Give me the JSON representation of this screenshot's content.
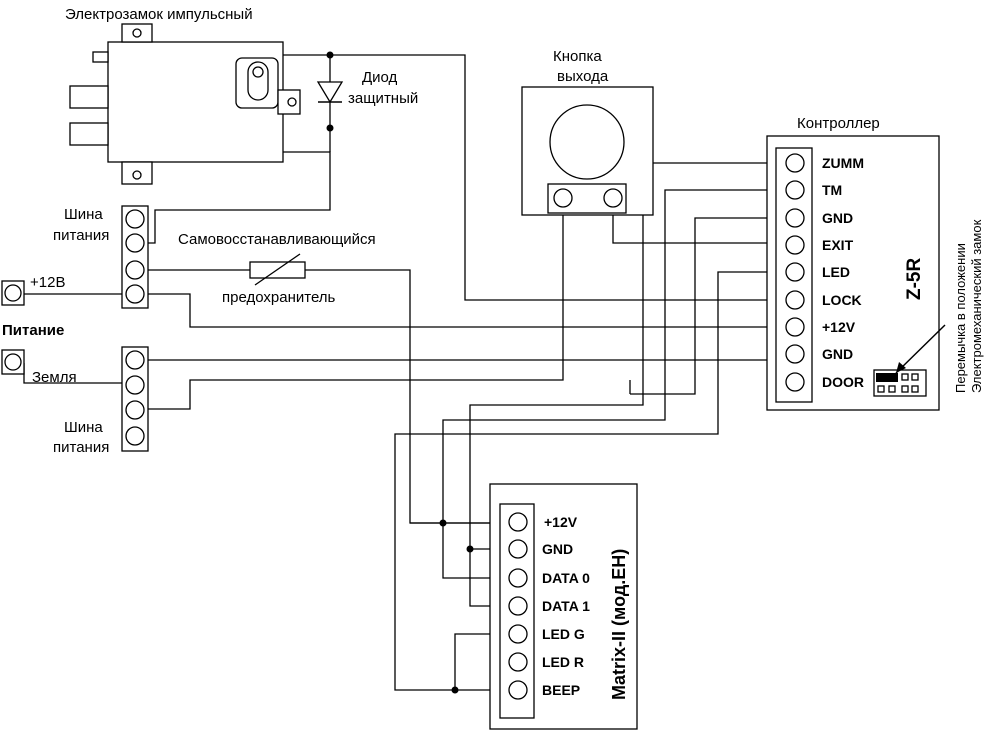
{
  "lock": {
    "title": "Электрозамок импульсный"
  },
  "diode": {
    "label_line1": "Диод",
    "label_line2": "защитный"
  },
  "button": {
    "title_line1": "Кнопка",
    "title_line2": "выхода"
  },
  "controller": {
    "title": "Контроллер",
    "model": "Z-5R",
    "pins": [
      "ZUMM",
      "TM",
      "GND",
      "EXIT",
      "LED",
      "LOCK",
      "+12V",
      "GND",
      "DOOR"
    ],
    "jumper_note_line1": "Перемычка в положении",
    "jumper_note_line2": "Электромеханический замок"
  },
  "bus_top": {
    "label_line1": "Шина",
    "label_line2": "питания"
  },
  "bus_bottom": {
    "label_line1": "Шина",
    "label_line2": "питания"
  },
  "fuse": {
    "label_line1": "Самовосстанавливающийся",
    "label_line2": "предохранитель"
  },
  "power": {
    "plus_label": "+12В",
    "title": "Питание",
    "ground_label": "Земля"
  },
  "reader": {
    "model": "Matrix-II (мод.ЕН)",
    "pins": [
      "+12V",
      "GND",
      "DATA 0",
      "DATA 1",
      "LED G",
      "LED R",
      "BEEP"
    ]
  }
}
